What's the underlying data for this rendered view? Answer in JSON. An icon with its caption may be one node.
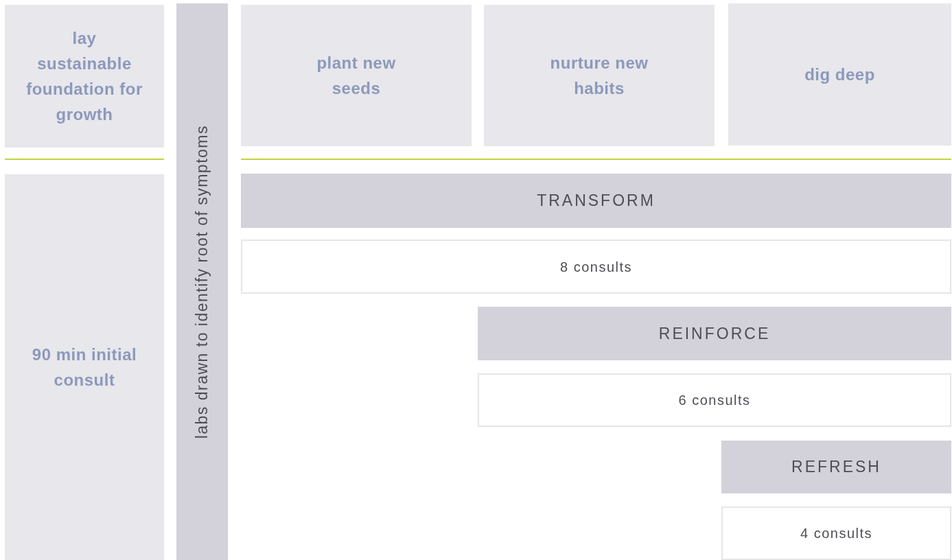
{
  "diagram": {
    "nodes": [
      {
        "text": [
          "lay sustainable foundation for growth"
        ]
      },
      {
        "text": [
          "90 min initial consult"
        ]
      },
      {
        "text": [
          "labs drawn to identify root of symptoms"
        ]
      },
      {
        "text": [
          "plant new seeds"
        ]
      },
      {
        "text": [
          "nurture new habits"
        ]
      },
      {
        "text": [
          "dig deep"
        ]
      },
      {
        "text": [
          "TRANSFORM"
        ]
      },
      {
        "text": [
          "8 consults"
        ]
      },
      {
        "text": [
          "REINFORCE"
        ]
      },
      {
        "text": [
          "6 consults"
        ]
      },
      {
        "text": [
          "REFRESH"
        ]
      },
      {
        "text": [
          "4 consults"
        ]
      }
    ]
  }
}
